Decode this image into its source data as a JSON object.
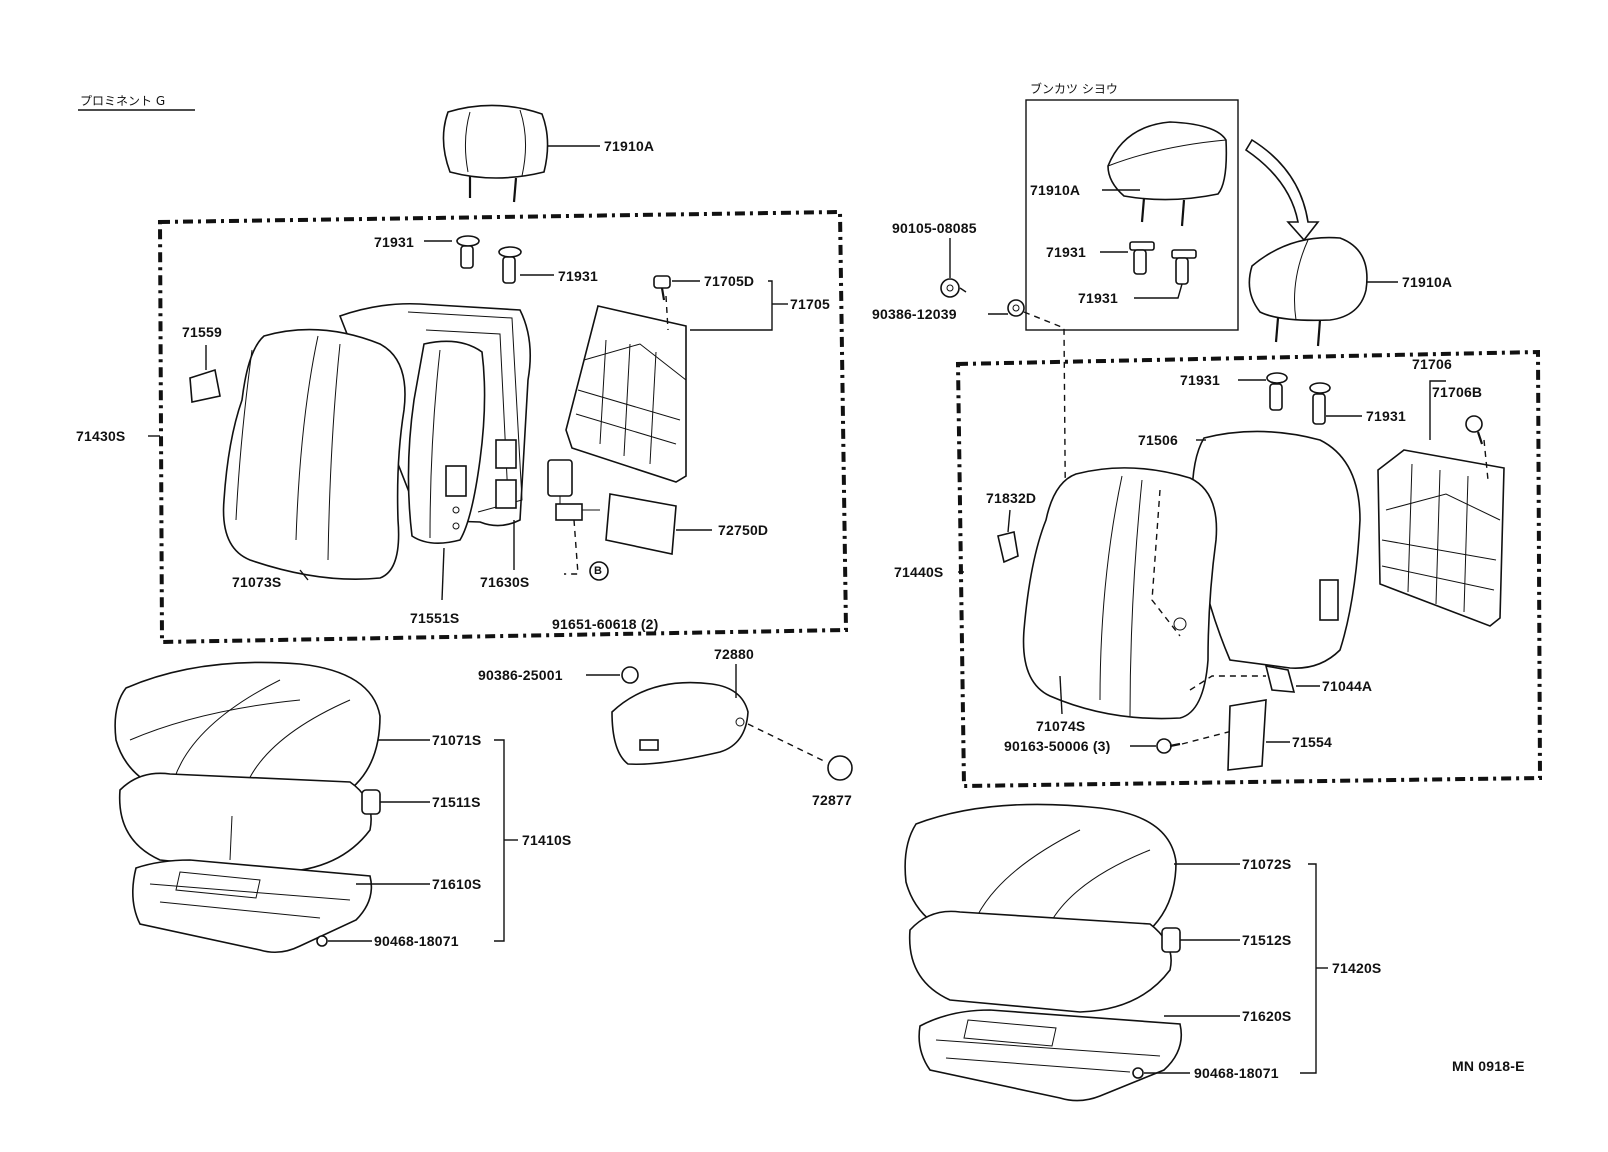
{
  "headers": {
    "model_grade": "プロミネント G",
    "separate_sale": "ブンカツ シヨウ",
    "diagram_code": "MN 0918-E"
  },
  "labels": {
    "headrest_left": "71910A",
    "headrest_inset": "71910A",
    "headrest_right": "71910A",
    "clip_l1": "71931",
    "clip_l2": "71931",
    "clip_inset1": "71931",
    "clip_inset2": "71931",
    "clip_r1": "71931",
    "clip_r2": "71931",
    "clip_71705d": "71705D",
    "board_71705": "71705",
    "pad_71559": "71559",
    "back_assy_left": "71430S",
    "cover_71073s": "71073S",
    "pad_71551s": "71551S",
    "frame_71630s": "71630S",
    "cover_72750d": "72750D",
    "bolt_91651": "91651-60618 (2)",
    "nut_90105": "90105-08085",
    "washer_90386_12039": "90386-12039",
    "board_71706": "71706",
    "clip_71706b": "71706B",
    "pad_71506": "71506",
    "pad_71832d": "71832D",
    "back_assy_right": "71440S",
    "cover_71074s": "71074S",
    "bracket_71044a": "71044A",
    "screw_90163": "90163-50006 (3)",
    "cover_71554": "71554",
    "washer_90386_25001": "90386-25001",
    "armrest_72880": "72880",
    "cap_72877": "72877",
    "cushion_cover_71071s": "71071S",
    "cushion_pad_71511s": "71511S",
    "cushion_assy_71410s": "71410S",
    "cushion_frame_71610s": "71610S",
    "clip_90468_left": "90468-18071",
    "cushion_cover_71072s": "71072S",
    "cushion_pad_71512s": "71512S",
    "cushion_assy_71420s": "71420S",
    "cushion_frame_71620s": "71620S",
    "clip_90468_right": "90468-18071",
    "marker_b": "B"
  }
}
